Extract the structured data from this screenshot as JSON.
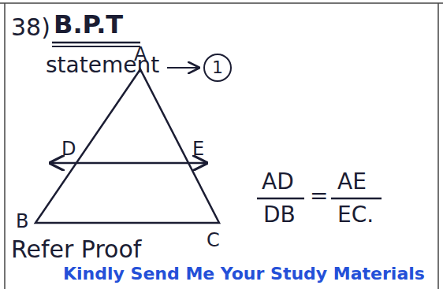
{
  "diagram": {
    "nodes": [
      {
        "text": [
          "1"
        ]
      }
    ],
    "labels": [
      "38)",
      "B.P.T",
      "statement",
      "A",
      "D",
      "E",
      "B",
      "C",
      "AD",
      "DB",
      "=",
      "AE",
      "EC.",
      "Refer Proof",
      "Kindly Send Me Your Study Materials"
    ]
  }
}
